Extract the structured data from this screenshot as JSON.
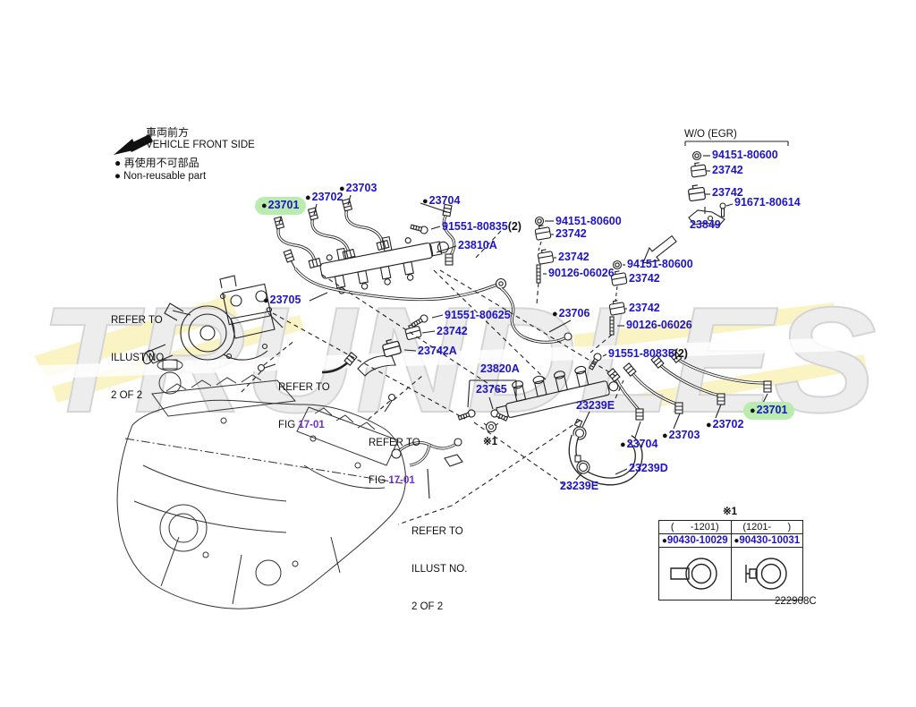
{
  "misc": {
    "watermark": "TRUNDLES",
    "wo_egr": "W/O (EGR)",
    "note1": "※1",
    "doc_code": "222908C"
  },
  "legend": {
    "front_jp": "車両前方",
    "front_en": "VEHICLE FRONT SIDE",
    "nonreusable_jp": "● 再使用不可部品",
    "nonreusable_en": "● Non-reusable part"
  },
  "refs": {
    "illust": [
      "REFER TO",
      "ILLUST NO.",
      "2 OF 2"
    ],
    "fig_prefix": "REFER TO",
    "fig_label": "FIG ",
    "fig_num": "17-01"
  },
  "table": {
    "periods": [
      "(      -1201)",
      "(1201-      )"
    ]
  },
  "colors": {
    "part_link_blue": "#1d14c8",
    "highlight_green": "#b9ecae",
    "fig_ref_purple": "#7030d0",
    "line_black": "#222222",
    "watermark_gray": "#ebebeb",
    "watermark_yellow": "#faf3c4"
  },
  "part_labels": [
    {
      "prefix": "●",
      "text": "23701",
      "suffix": ""
    },
    {
      "prefix": "●",
      "text": "23702",
      "suffix": ""
    },
    {
      "prefix": "●",
      "text": "23703",
      "suffix": ""
    },
    {
      "prefix": "●",
      "text": "23704",
      "suffix": ""
    },
    {
      "prefix": "",
      "text": "91551-80835",
      "suffix": "(2)"
    },
    {
      "prefix": "",
      "text": "23810A",
      "suffix": ""
    },
    {
      "prefix": "●",
      "text": "23705",
      "suffix": ""
    },
    {
      "prefix": "",
      "text": "91551-80625",
      "suffix": ""
    },
    {
      "prefix": "",
      "text": "23742",
      "suffix": ""
    },
    {
      "prefix": "",
      "text": "23742A",
      "suffix": ""
    },
    {
      "prefix": "",
      "text": "94151-80600",
      "suffix": ""
    },
    {
      "prefix": "",
      "text": "23742",
      "suffix": ""
    },
    {
      "prefix": "",
      "text": "23742",
      "suffix": ""
    },
    {
      "prefix": "",
      "text": "90126-06026",
      "suffix": ""
    },
    {
      "prefix": "●",
      "text": "23706",
      "suffix": ""
    },
    {
      "prefix": "",
      "text": "94151-80600",
      "suffix": ""
    },
    {
      "prefix": "",
      "text": "23742",
      "suffix": ""
    },
    {
      "prefix": "",
      "text": "23742",
      "suffix": ""
    },
    {
      "prefix": "",
      "text": "90126-06026",
      "suffix": ""
    },
    {
      "prefix": "",
      "text": "91551-80835",
      "suffix": "(2)"
    },
    {
      "prefix": "",
      "text": "94151-80600",
      "suffix": ""
    },
    {
      "prefix": "",
      "text": "23742",
      "suffix": ""
    },
    {
      "prefix": "",
      "text": "23742",
      "suffix": ""
    },
    {
      "prefix": "",
      "text": "91671-80614",
      "suffix": ""
    },
    {
      "prefix": "",
      "text": "23849",
      "suffix": ""
    },
    {
      "prefix": "",
      "text": "23820A",
      "suffix": ""
    },
    {
      "prefix": "",
      "text": "23765",
      "suffix": ""
    },
    {
      "prefix": "",
      "text": "23239E",
      "suffix": ""
    },
    {
      "prefix": "●",
      "text": "23704",
      "suffix": ""
    },
    {
      "prefix": "",
      "text": "23239D",
      "suffix": ""
    },
    {
      "prefix": "",
      "text": "23239E",
      "suffix": ""
    },
    {
      "prefix": "●",
      "text": "23703",
      "suffix": ""
    },
    {
      "prefix": "●",
      "text": "23702",
      "suffix": ""
    },
    {
      "prefix": "●",
      "text": "23701",
      "suffix": ""
    },
    {
      "prefix": "●",
      "text": "90430-10029",
      "suffix": ""
    },
    {
      "prefix": "●",
      "text": "90430-10031",
      "suffix": ""
    }
  ]
}
